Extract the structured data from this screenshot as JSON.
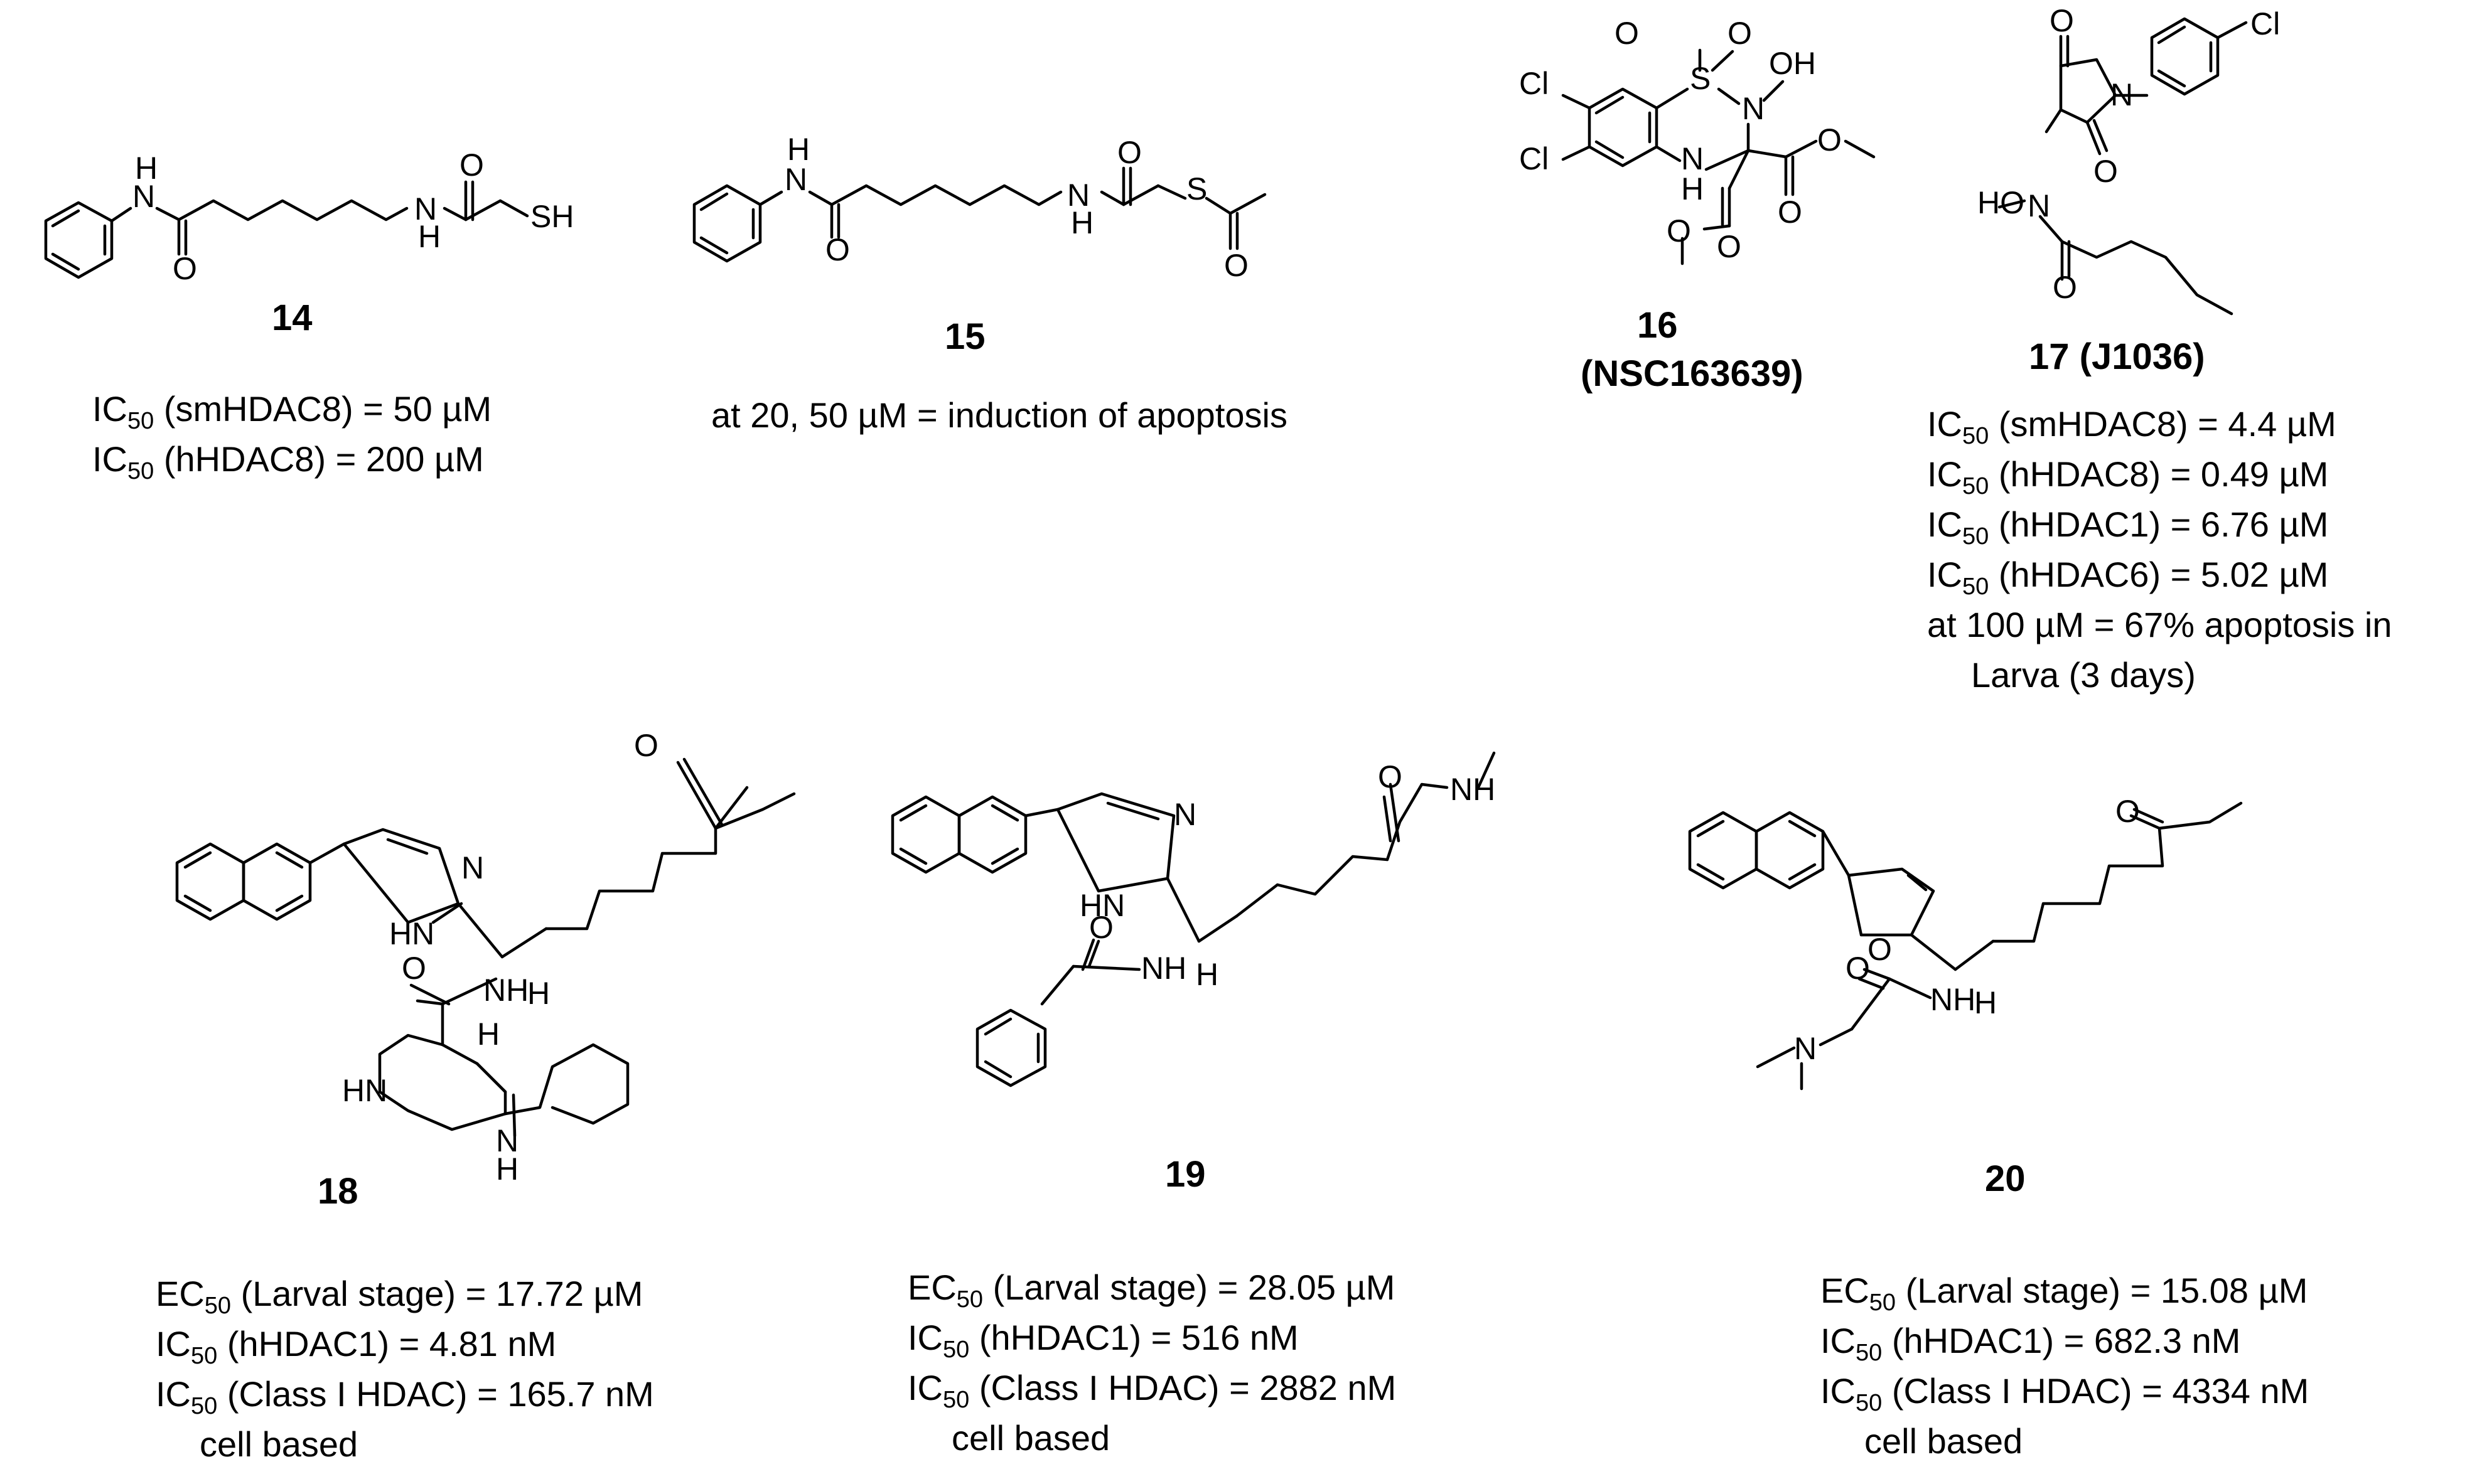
{
  "compounds": [
    {
      "id": "14",
      "activities": [
        {
          "metric": "IC",
          "sub": "50",
          "text": " (smHDAC8) = 50 µM"
        },
        {
          "metric": "IC",
          "sub": "50",
          "text": " (hHDAC8) = 200 µM"
        }
      ]
    },
    {
      "id": "15",
      "activities": [
        {
          "metric": "",
          "sub": "",
          "text": "at 20, 50 µM = induction of apoptosis"
        }
      ]
    },
    {
      "id": "16",
      "alias": "(NSC163639)",
      "activities": []
    },
    {
      "id": "17 (J1036)",
      "activities": [
        {
          "metric": "IC",
          "sub": "50",
          "text": " (smHDAC8) = 4.4 µM"
        },
        {
          "metric": "IC",
          "sub": "50",
          "text": " (hHDAC8) = 0.49 µM"
        },
        {
          "metric": "IC",
          "sub": "50",
          "text": " (hHDAC1) = 6.76 µM"
        },
        {
          "metric": "IC",
          "sub": "50",
          "text": " (hHDAC6) = 5.02 µM"
        },
        {
          "metric": "",
          "sub": "",
          "text": "at 100 µM = 67% apoptosis in"
        },
        {
          "metric": "",
          "sub": "",
          "text": "Larva (3 days)",
          "indent": true
        }
      ]
    },
    {
      "id": "18",
      "activities": [
        {
          "metric": "EC",
          "sub": "50",
          "text": " (Larval stage) = 17.72 µM"
        },
        {
          "metric": "IC",
          "sub": "50",
          "text": " (hHDAC1) = 4.81 nM"
        },
        {
          "metric": "IC",
          "sub": "50",
          "text": " (Class I HDAC) = 165.7 nM"
        },
        {
          "metric": "",
          "sub": "",
          "text": "cell based",
          "indent": true
        }
      ]
    },
    {
      "id": "19",
      "activities": [
        {
          "metric": "EC",
          "sub": "50",
          "text": " (Larval stage) = 28.05 µM"
        },
        {
          "metric": "IC",
          "sub": "50",
          "text": " (hHDAC1) = 516 nM"
        },
        {
          "metric": "IC",
          "sub": "50",
          "text": " (Class I HDAC) = 2882 nM"
        },
        {
          "metric": "",
          "sub": "",
          "text": "cell based",
          "indent": true
        }
      ]
    },
    {
      "id": "20",
      "activities": [
        {
          "metric": "EC",
          "sub": "50",
          "text": " (Larval stage) = 15.08 µM"
        },
        {
          "metric": "IC",
          "sub": "50",
          "text": " (hHDAC1) = 682.3 nM"
        },
        {
          "metric": "IC",
          "sub": "50",
          "text": " (Class I HDAC) = 4334 nM"
        },
        {
          "metric": "",
          "sub": "",
          "text": "cell based",
          "indent": true
        }
      ]
    }
  ],
  "atoms": {
    "H": "H",
    "N": "N",
    "O": "O",
    "SH": "SH",
    "S": "S",
    "Cl": "Cl",
    "OH": "OH",
    "HO": "HO",
    "NH": "NH",
    "HN": "HN"
  }
}
